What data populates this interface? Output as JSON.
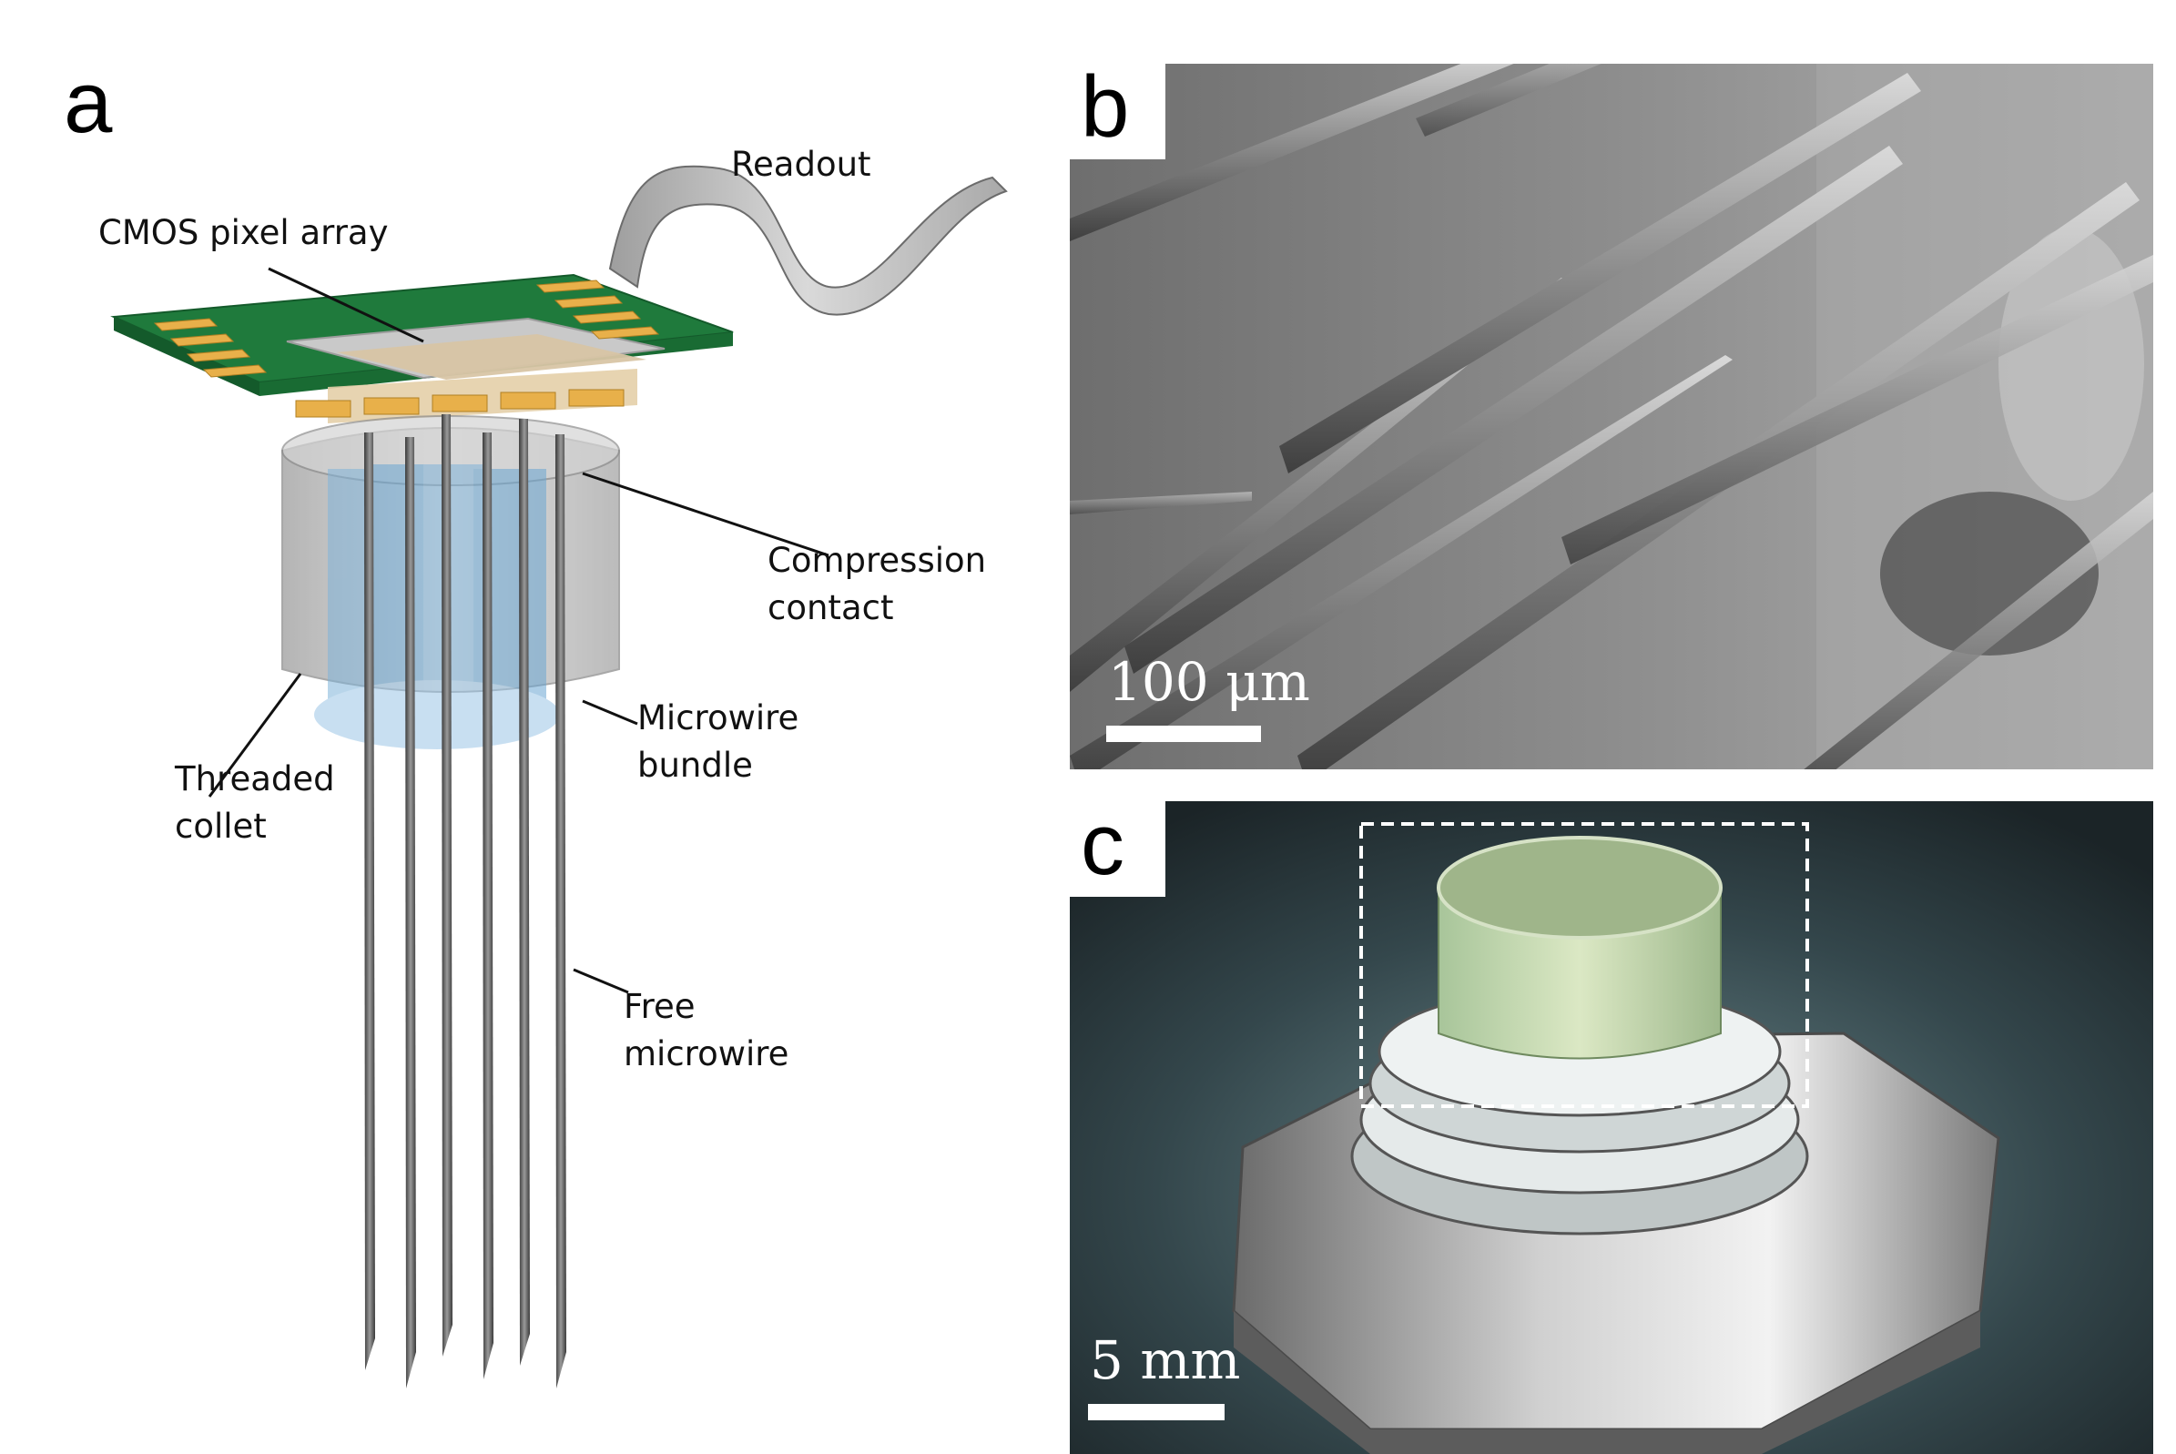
{
  "panels": {
    "a": {
      "letter": "a",
      "labels": {
        "readout": "Readout",
        "cmos": "CMOS pixel array",
        "compression": "Compression\ncontact",
        "bundle": "Microwire\nbundle",
        "collet": "Threaded\ncollet",
        "free": "Free\nmicrowire"
      }
    },
    "b": {
      "letter": "b",
      "scale_label": "100 μm"
    },
    "c": {
      "letter": "c",
      "scale_label": "5 mm"
    }
  },
  "colors": {
    "pcb_green": "#1f7a3c",
    "pads_gold": "#e8b04a",
    "bundle_blue": "#7fb3d9",
    "collet_gray": "#b9b9b9",
    "sem_gray": "#8a8a8a",
    "photo_bg": "#243238"
  }
}
